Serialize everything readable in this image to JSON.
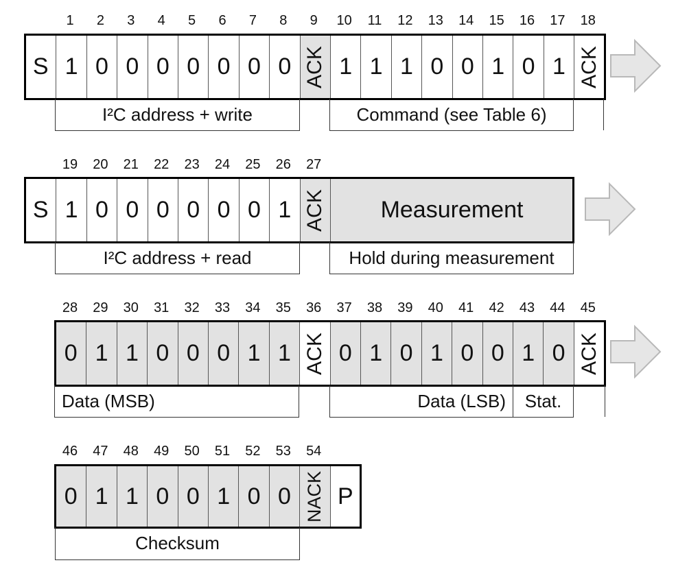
{
  "row1": {
    "numbers": [
      "1",
      "2",
      "3",
      "4",
      "5",
      "6",
      "7",
      "8",
      "9",
      "10",
      "11",
      "12",
      "13",
      "14",
      "15",
      "16",
      "17",
      "18"
    ],
    "cells": [
      "S",
      "1",
      "0",
      "0",
      "0",
      "0",
      "0",
      "0",
      "0",
      "ACK",
      "1",
      "1",
      "1",
      "0",
      "0",
      "1",
      "0",
      "1",
      "ACK"
    ],
    "label_address": "I²C address + write",
    "label_command": "Command (see Table 6)"
  },
  "row2": {
    "numbers": [
      "19",
      "20",
      "21",
      "22",
      "23",
      "24",
      "25",
      "26",
      "27"
    ],
    "cells": [
      "S",
      "1",
      "0",
      "0",
      "0",
      "0",
      "0",
      "0",
      "1",
      "ACK"
    ],
    "measurement": "Measurement",
    "label_address": "I²C address + read",
    "label_hold": "Hold during measurement"
  },
  "row3": {
    "numbers": [
      "28",
      "29",
      "30",
      "31",
      "32",
      "33",
      "34",
      "35",
      "36",
      "37",
      "38",
      "39",
      "40",
      "41",
      "42",
      "43",
      "44",
      "45"
    ],
    "cells": [
      "0",
      "1",
      "1",
      "0",
      "0",
      "0",
      "1",
      "1",
      "ACK",
      "0",
      "1",
      "0",
      "1",
      "0",
      "0",
      "1",
      "0",
      "ACK"
    ],
    "label_msb": "Data (MSB)",
    "label_lsb": "Data (LSB)",
    "label_stat": "Stat."
  },
  "row4": {
    "numbers": [
      "46",
      "47",
      "48",
      "49",
      "50",
      "51",
      "52",
      "53",
      "54"
    ],
    "cells": [
      "0",
      "1",
      "1",
      "0",
      "0",
      "1",
      "0",
      "0",
      "NACK",
      "P"
    ],
    "label_checksum": "Checksum"
  },
  "colors": {
    "gray_fill": "#e2e2e2",
    "arrow_fill": "#e6e6e6",
    "arrow_stroke": "#b8b8b8"
  }
}
